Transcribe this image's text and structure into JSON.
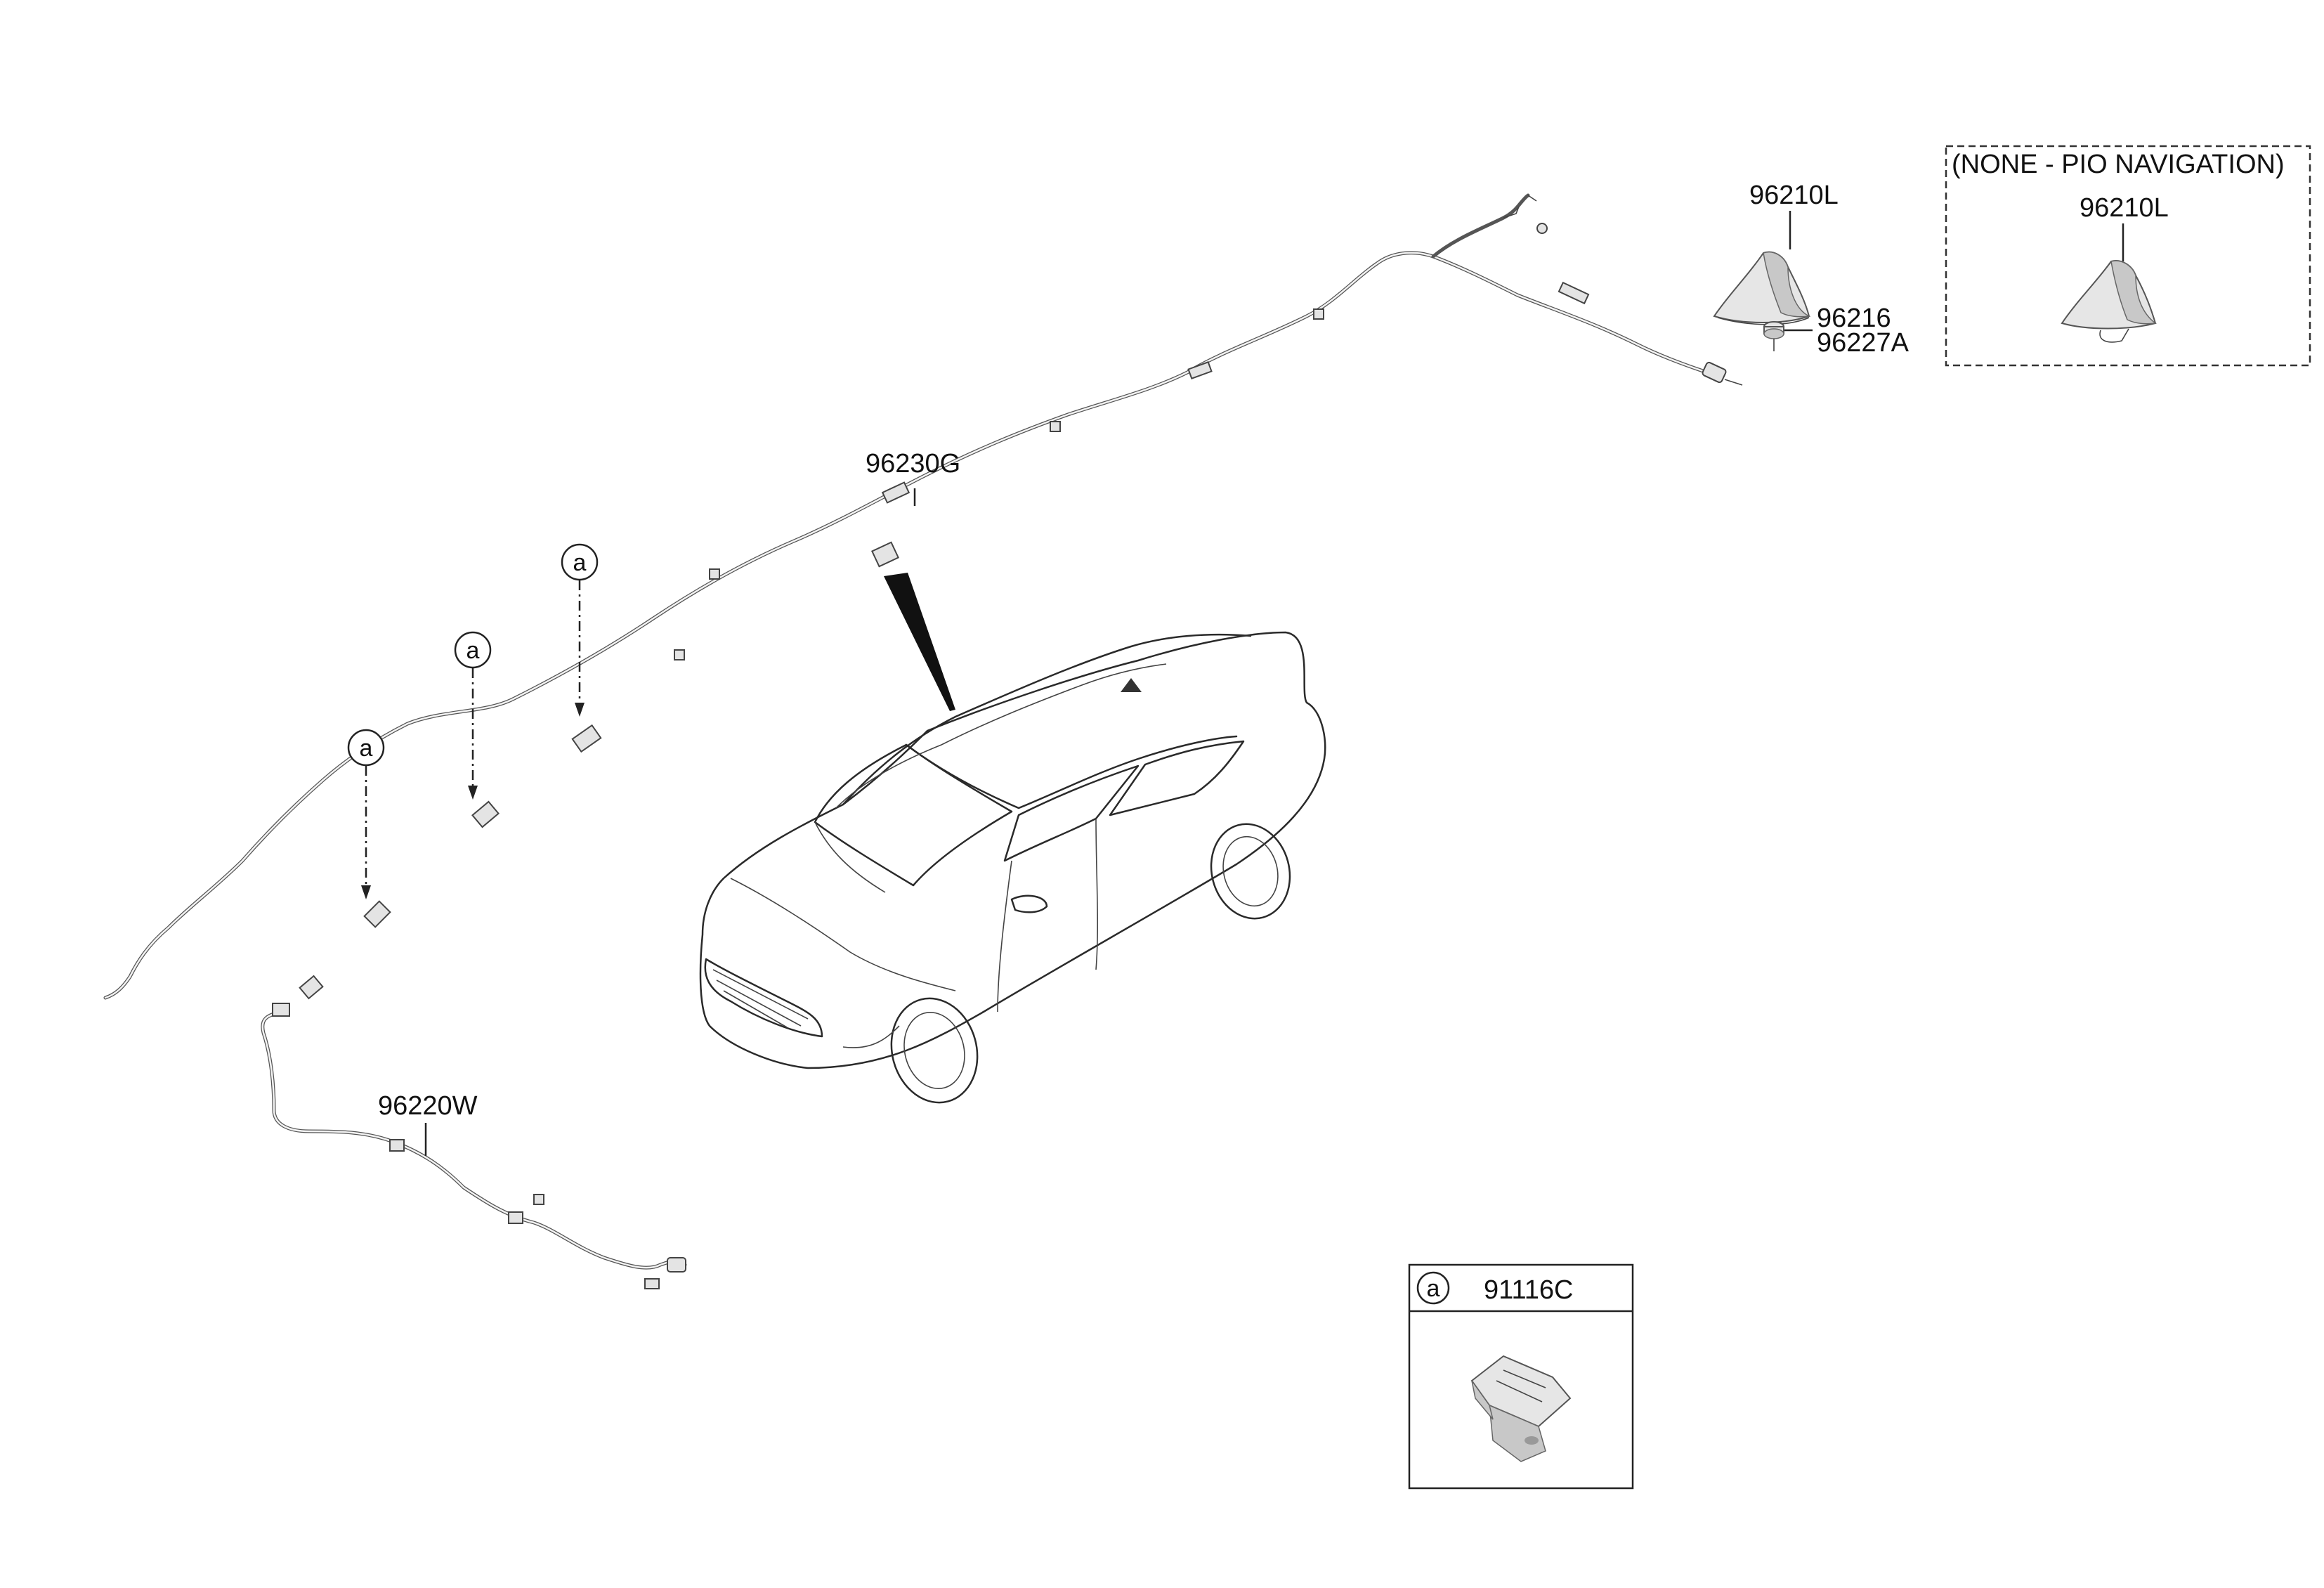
{
  "parts": {
    "antenna_top": "96210L",
    "antenna_top_alt": "96210L",
    "nut": "96216",
    "gasket": "96227A",
    "roof_cable": "96230G",
    "front_cable": "96220W"
  },
  "alt_box": {
    "title": "(NONE - PIO NAVIGATION)"
  },
  "callouts": {
    "ref_letter": "a"
  },
  "legend_box": {
    "ref_letter": "a",
    "part_number": "91116C"
  }
}
